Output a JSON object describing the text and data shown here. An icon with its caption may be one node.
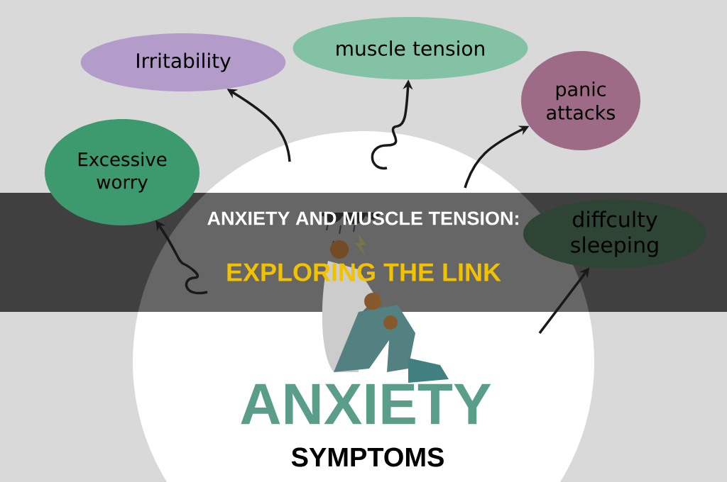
{
  "diagram": {
    "nodes": [
      {
        "text": [
          "Irritability"
        ]
      },
      {
        "text": [
          "muscle tension"
        ]
      },
      {
        "text": [
          "panic attacks"
        ]
      },
      {
        "text": [
          "Excessive worry"
        ]
      },
      {
        "text": [
          "diffculty sleeping"
        ]
      }
    ],
    "edges": [
      {
        "from": null,
        "to": 0,
        "arrow": "to"
      },
      {
        "from": null,
        "to": 1,
        "arrow": "to"
      },
      {
        "from": null,
        "to": 2,
        "arrow": "to"
      },
      {
        "from": null,
        "to": 3,
        "arrow": "to"
      },
      {
        "from": null,
        "to": 4,
        "arrow": "to"
      }
    ],
    "labels": [
      "ANXIETY AND MUSCLE TENSION:",
      "EXPLORING THE LINK",
      "ANXIETY",
      "SYMPTOMS"
    ]
  }
}
